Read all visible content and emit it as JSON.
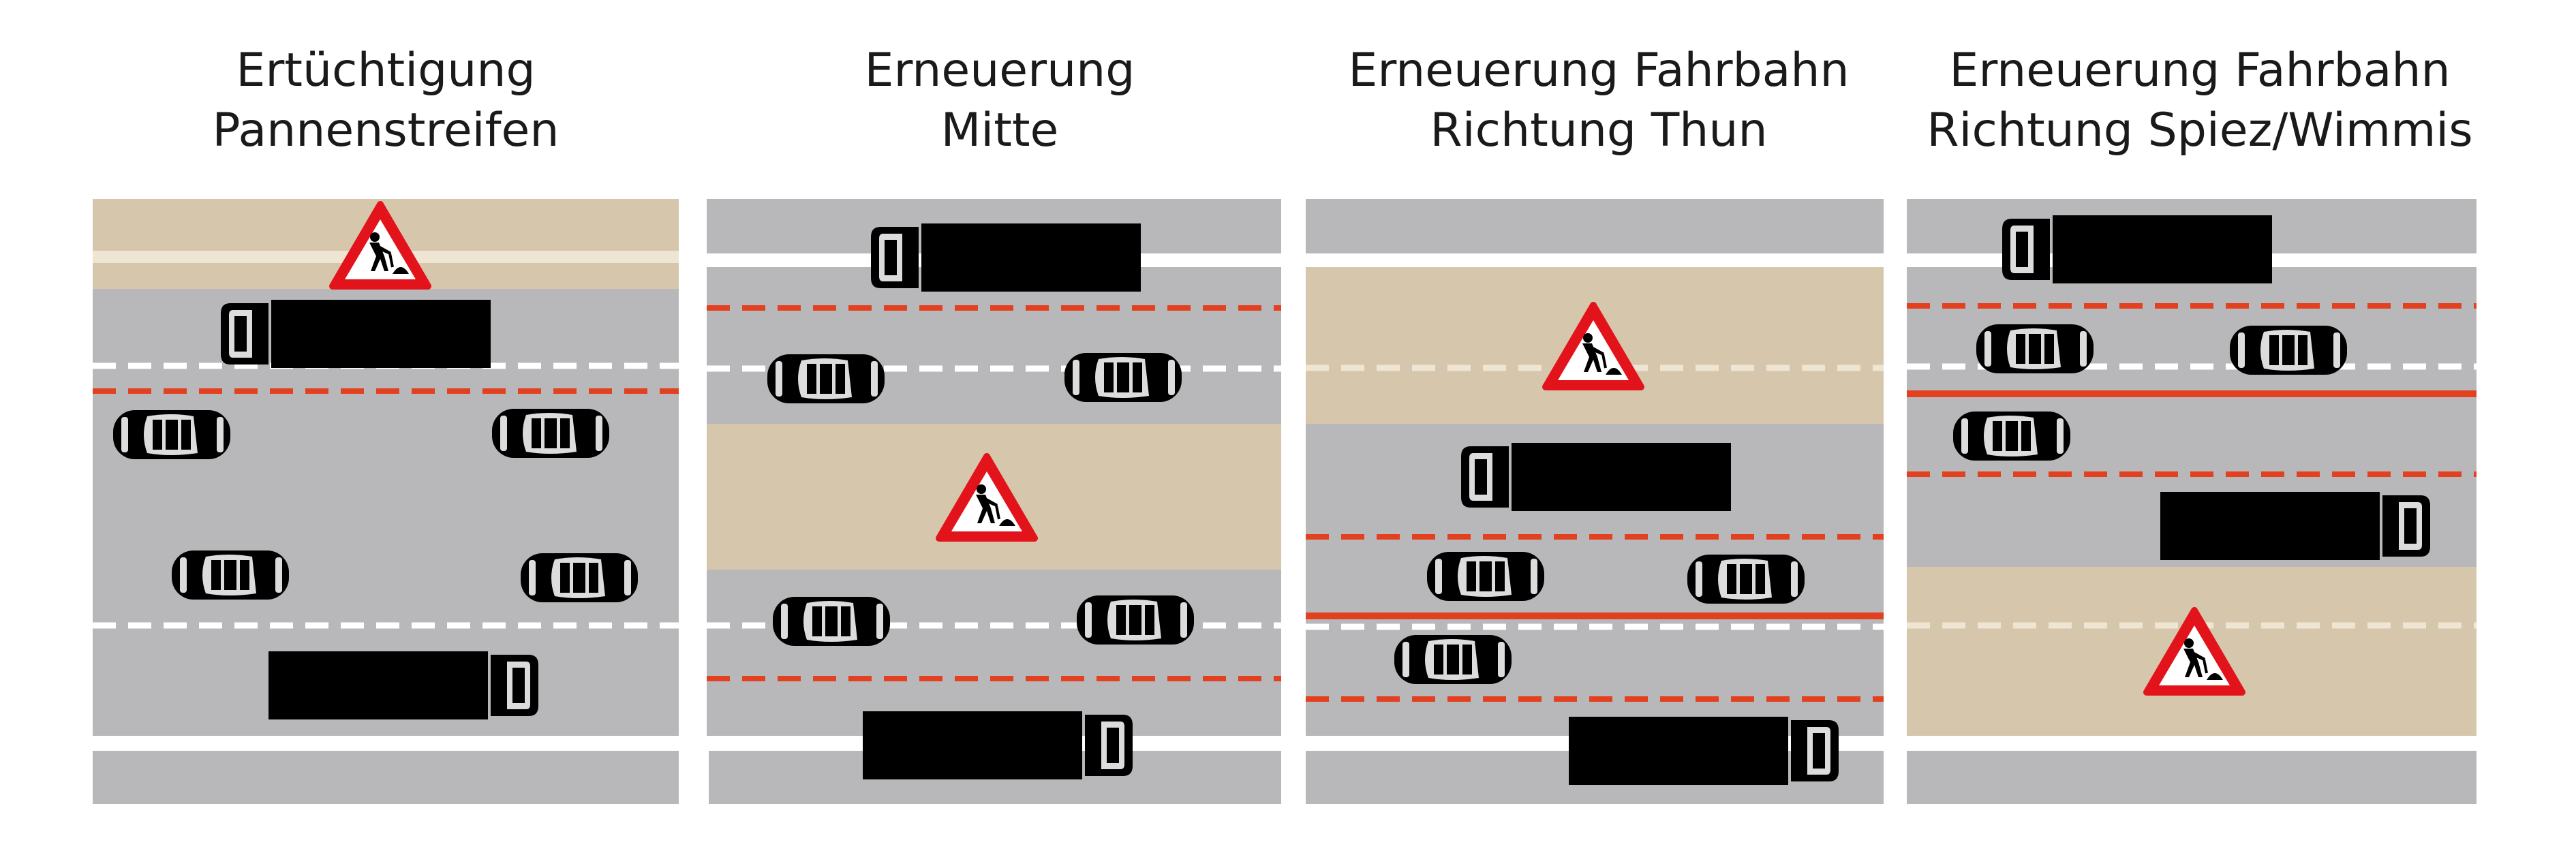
{
  "panels": [
    {
      "title_line1": "Ertüchtigung",
      "title_line2": "Pannenstreifen"
    },
    {
      "title_line1": "Erneuerung",
      "title_line2": "Mitte"
    },
    {
      "title_line1": "Erneuerung Fahrbahn",
      "title_line2": "Richtung Thun"
    },
    {
      "title_line1": "Erneuerung Fahrbahn",
      "title_line2": "Richtung Spiez/Wimmis"
    }
  ],
  "colors": {
    "road": "#b8b8bb",
    "construction": "#d6c7ac",
    "marking_white": "#ffffff",
    "marking_red": "#e2401f",
    "sign_red": "#e3131b",
    "vehicle": "#000000"
  },
  "icons": [
    "roadworks-sign-icon",
    "car-icon",
    "truck-icon"
  ]
}
